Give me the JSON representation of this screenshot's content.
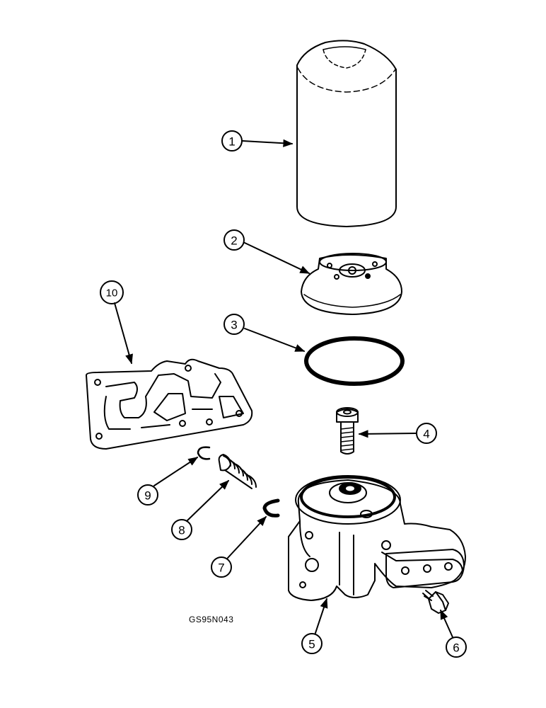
{
  "callouts": {
    "c1": "1",
    "c2": "2",
    "c3": "3",
    "c4": "4",
    "c5": "5",
    "c6": "6",
    "c7": "7",
    "c8": "8",
    "c9": "9",
    "c10": "10"
  },
  "figure_code": "GS95N043"
}
